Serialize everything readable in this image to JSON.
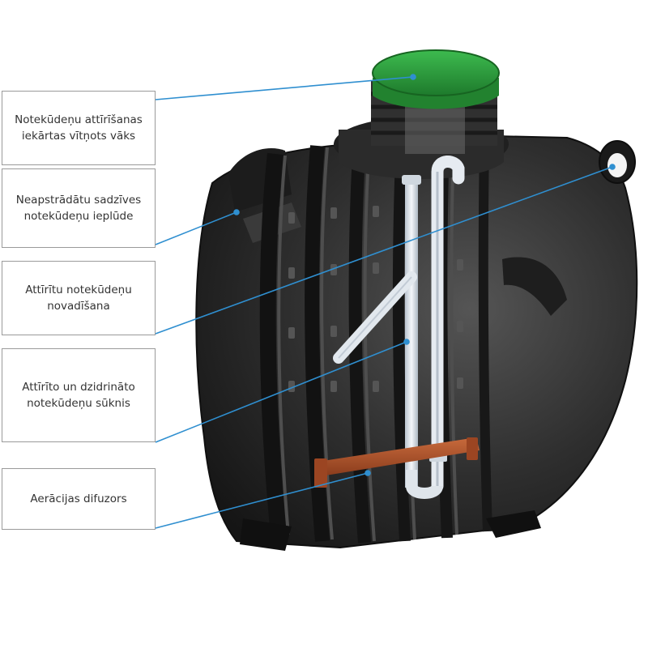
{
  "labels": [
    {
      "text": "Notekūdeņu attīrīšanas iekārtas vītņots vāks"
    },
    {
      "text": "Neapstrādātu sadzīves notekūdeņu ieplūde"
    },
    {
      "text": "Attīrītu notekūdeņu novadīšana"
    },
    {
      "text": "Attīrīto un dzidrināto notekūdeņu sūknis"
    },
    {
      "text": "Aerācijas difuzors"
    }
  ],
  "colors": {
    "tank": "#2a2a2a",
    "tank_highlight": "#4a4a4a",
    "lid": "#2e9a3e",
    "pipe": "#dde4ec",
    "diffuser": "#b0532a",
    "leader": "#2f8fd0",
    "box_border": "#9a9a9a",
    "text": "#333333"
  }
}
